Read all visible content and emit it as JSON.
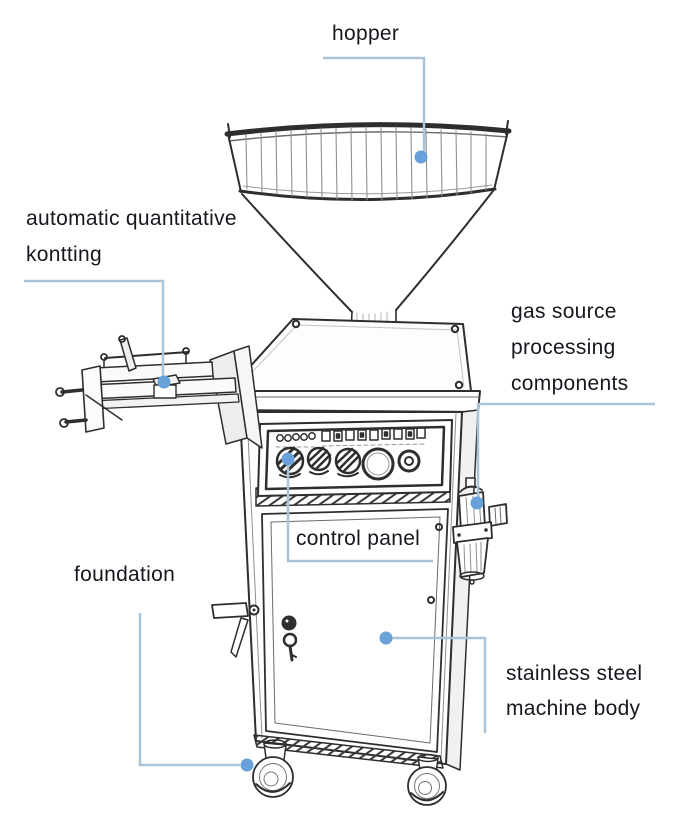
{
  "colors": {
    "leader_line": "#a9c3d9",
    "anchor_dot": "#68a2d8",
    "label_text": "#17171f",
    "sketch_ink": "#2e2e2e"
  },
  "callouts": {
    "hopper": {
      "label": "hopper"
    },
    "knotting": {
      "line1": "automatic quantitative",
      "line2": "kontting"
    },
    "gas": {
      "line1": "gas source",
      "line2": "processing",
      "line3": "components"
    },
    "control_panel": {
      "label": "control panel"
    },
    "foundation": {
      "label": "foundation"
    },
    "machine_body": {
      "line1": "stainless steel",
      "line2": "machine body"
    }
  }
}
